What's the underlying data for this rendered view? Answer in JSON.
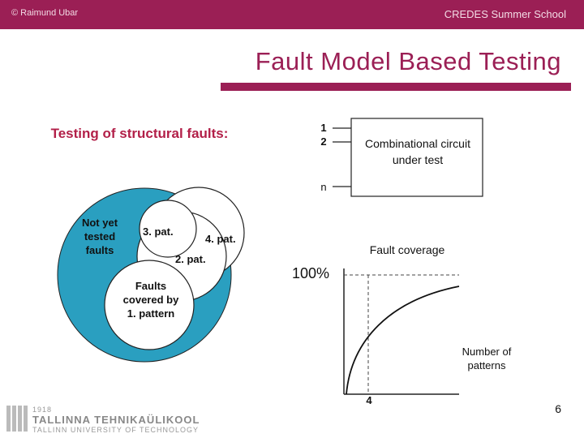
{
  "header": {
    "copyright": "© Raimund Ubar",
    "school": "CREDES Summer School"
  },
  "title": "Fault Model Based Testing",
  "subtitle": "Testing of structural faults:",
  "venn": {
    "not_yet": "Not yet tested faults",
    "pat3": "3. pat.",
    "pat4": "4. pat.",
    "pat2": "2. pat.",
    "pat1": "Faults covered by 1. pattern"
  },
  "circuit": {
    "input1": "1",
    "input2": "2",
    "input_n": "n",
    "label": "Combinational circuit under test"
  },
  "coverage_chart": {
    "title": "Fault coverage",
    "y_label": "100%",
    "x_label": "Number of patterns",
    "x_marker": "4"
  },
  "footer": {
    "year": "1918",
    "university_et": "TALLINNA TEHNIKAÜLIKOOL",
    "university_en": "TALLINN UNIVERSITY OF TECHNOLOGY",
    "page": "6"
  },
  "colors": {
    "brand": "#9b1f55",
    "venn_fill": "#2a9fc0",
    "subtitle": "#b21f48"
  }
}
